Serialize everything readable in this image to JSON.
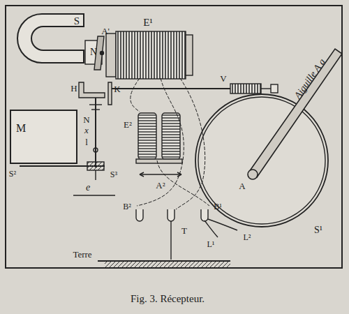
{
  "diagram": {
    "caption": "Fig. 3. Récepteur.",
    "labels": [
      "S",
      "N",
      "A'",
      "E¹",
      "H",
      "K",
      "M",
      "N",
      "x",
      "l",
      "S²",
      "S³",
      "e",
      "E²",
      "A²",
      "V",
      "Aiguille A a",
      "A",
      "S¹",
      "B²",
      "T",
      "B¹",
      "L¹",
      "L²",
      "Terre"
    ]
  }
}
